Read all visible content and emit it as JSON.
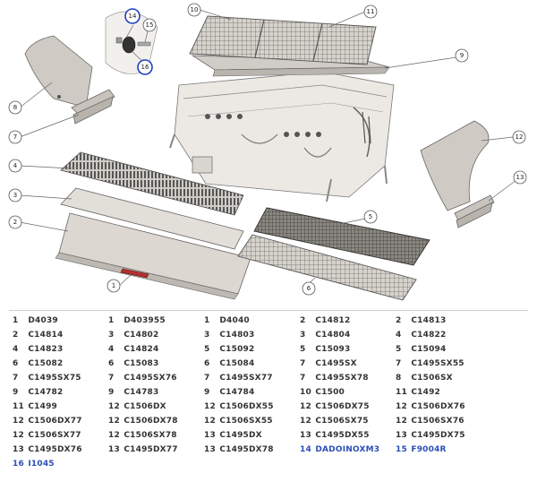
{
  "diagram": {
    "callouts": [
      "1",
      "2",
      "3",
      "4",
      "5",
      "6",
      "7",
      "8",
      "9",
      "10",
      "11",
      "12",
      "13",
      "14",
      "15",
      "16"
    ]
  },
  "parts_table": {
    "rows": [
      [
        {
          "n": "1",
          "code": "D4039"
        },
        {
          "n": "1",
          "code": "D403955"
        },
        {
          "n": "1",
          "code": "D4040"
        },
        {
          "n": "2",
          "code": "C14812"
        },
        {
          "n": "2",
          "code": "C14813"
        }
      ],
      [
        {
          "n": "2",
          "code": "C14814"
        },
        {
          "n": "3",
          "code": "C14802"
        },
        {
          "n": "3",
          "code": "C14803"
        },
        {
          "n": "3",
          "code": "C14804"
        },
        {
          "n": "4",
          "code": "C14822"
        }
      ],
      [
        {
          "n": "4",
          "code": "C14823"
        },
        {
          "n": "4",
          "code": "C14824"
        },
        {
          "n": "5",
          "code": "C15092"
        },
        {
          "n": "5",
          "code": "C15093"
        },
        {
          "n": "5",
          "code": "C15094"
        }
      ],
      [
        {
          "n": "6",
          "code": "C15082"
        },
        {
          "n": "6",
          "code": "C15083"
        },
        {
          "n": "6",
          "code": "C15084"
        },
        {
          "n": "7",
          "code": "C1495SX"
        },
        {
          "n": "7",
          "code": "C1495SX55"
        }
      ],
      [
        {
          "n": "7",
          "code": "C1495SX75"
        },
        {
          "n": "7",
          "code": "C1495SX76"
        },
        {
          "n": "7",
          "code": "C1495SX77"
        },
        {
          "n": "7",
          "code": "C1495SX78"
        },
        {
          "n": "8",
          "code": "C1506SX"
        }
      ],
      [
        {
          "n": "9",
          "code": "C14782"
        },
        {
          "n": "9",
          "code": "C14783"
        },
        {
          "n": "9",
          "code": "C14784"
        },
        {
          "n": "10",
          "code": "C1500"
        },
        {
          "n": "11",
          "code": "C1492"
        }
      ],
      [
        {
          "n": "11",
          "code": "C1499"
        },
        {
          "n": "12",
          "code": "C1506DX"
        },
        {
          "n": "12",
          "code": "C1506DX55"
        },
        {
          "n": "12",
          "code": "C1506DX75"
        },
        {
          "n": "12",
          "code": "C1506DX76"
        }
      ],
      [
        {
          "n": "12",
          "code": "C1506DX77"
        },
        {
          "n": "12",
          "code": "C1506DX78"
        },
        {
          "n": "12",
          "code": "C1506SX55"
        },
        {
          "n": "12",
          "code": "C1506SX75"
        },
        {
          "n": "12",
          "code": "C1506SX76"
        }
      ],
      [
        {
          "n": "12",
          "code": "C1506SX77"
        },
        {
          "n": "12",
          "code": "C1506SX78"
        },
        {
          "n": "13",
          "code": "C1495DX"
        },
        {
          "n": "13",
          "code": "C1495DX55"
        },
        {
          "n": "13",
          "code": "C1495DX75"
        }
      ],
      [
        {
          "n": "13",
          "code": "C1495DX76"
        },
        {
          "n": "13",
          "code": "C1495DX77"
        },
        {
          "n": "13",
          "code": "C1495DX78"
        },
        {
          "n": "14",
          "code": "DADOINOXM3",
          "link": true
        },
        {
          "n": "15",
          "code": "F9004R",
          "link": true
        }
      ],
      [
        {
          "n": "16",
          "code": "I1045",
          "link": true
        }
      ]
    ]
  },
  "colors": {
    "link": "#2c4fb8",
    "text": "#333333",
    "highlight_ring": "#2040c0"
  }
}
